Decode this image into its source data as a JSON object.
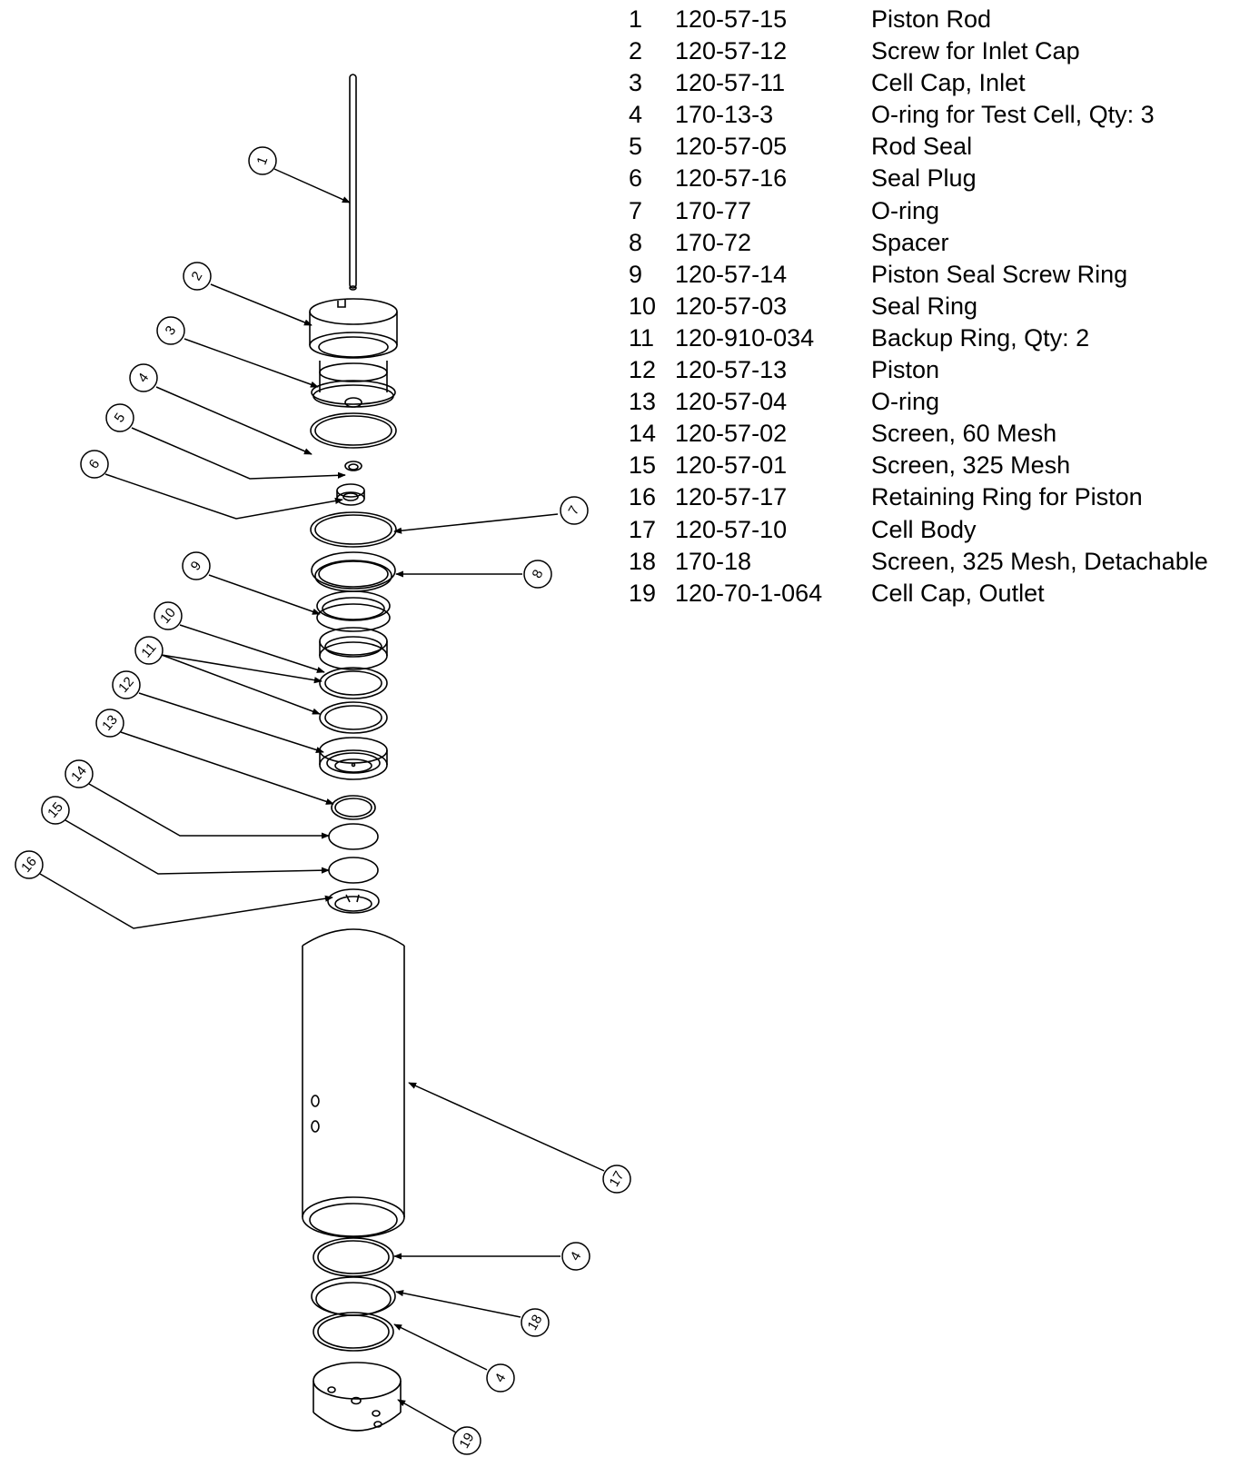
{
  "parts_list": [
    {
      "no": "1",
      "part_number": "120-57-15",
      "description": "Piston Rod"
    },
    {
      "no": "2",
      "part_number": "120-57-12",
      "description": "Screw for Inlet Cap"
    },
    {
      "no": "3",
      "part_number": "120-57-11",
      "description": "Cell Cap, Inlet"
    },
    {
      "no": "4",
      "part_number": "170-13-3",
      "description": "O-ring for Test Cell, Qty: 3"
    },
    {
      "no": "5",
      "part_number": "120-57-05",
      "description": "Rod Seal"
    },
    {
      "no": "6",
      "part_number": "120-57-16",
      "description": "Seal Plug"
    },
    {
      "no": "7",
      "part_number": "170-77",
      "description": "O-ring"
    },
    {
      "no": "8",
      "part_number": "170-72",
      "description": "Spacer"
    },
    {
      "no": "9",
      "part_number": "120-57-14",
      "description": "Piston Seal Screw Ring"
    },
    {
      "no": "10",
      "part_number": "120-57-03",
      "description": "Seal Ring"
    },
    {
      "no": "11",
      "part_number": "120-910-034",
      "description": "Backup Ring, Qty: 2"
    },
    {
      "no": "12",
      "part_number": "120-57-13",
      "description": "Piston"
    },
    {
      "no": "13",
      "part_number": "120-57-04",
      "description": "O-ring"
    },
    {
      "no": "14",
      "part_number": "120-57-02",
      "description": "Screen, 60 Mesh"
    },
    {
      "no": "15",
      "part_number": "120-57-01",
      "description": "Screen, 325 Mesh"
    },
    {
      "no": "16",
      "part_number": "120-57-17",
      "description": "Retaining Ring for Piston"
    },
    {
      "no": "17",
      "part_number": "120-57-10",
      "description": "Cell Body"
    },
    {
      "no": "18",
      "part_number": "170-18",
      "description": "Screen, 325 Mesh, Detachable"
    },
    {
      "no": "19",
      "part_number": "120-70-1-064",
      "description": "Cell Cap, Outlet"
    }
  ],
  "balloons": [
    "1",
    "2",
    "3",
    "4",
    "5",
    "6",
    "7",
    "8",
    "9",
    "10",
    "11",
    "12",
    "13",
    "14",
    "15",
    "16",
    "17",
    "4",
    "18",
    "4",
    "19"
  ],
  "colors": {
    "line": "#000000",
    "paper": "#ffffff"
  }
}
